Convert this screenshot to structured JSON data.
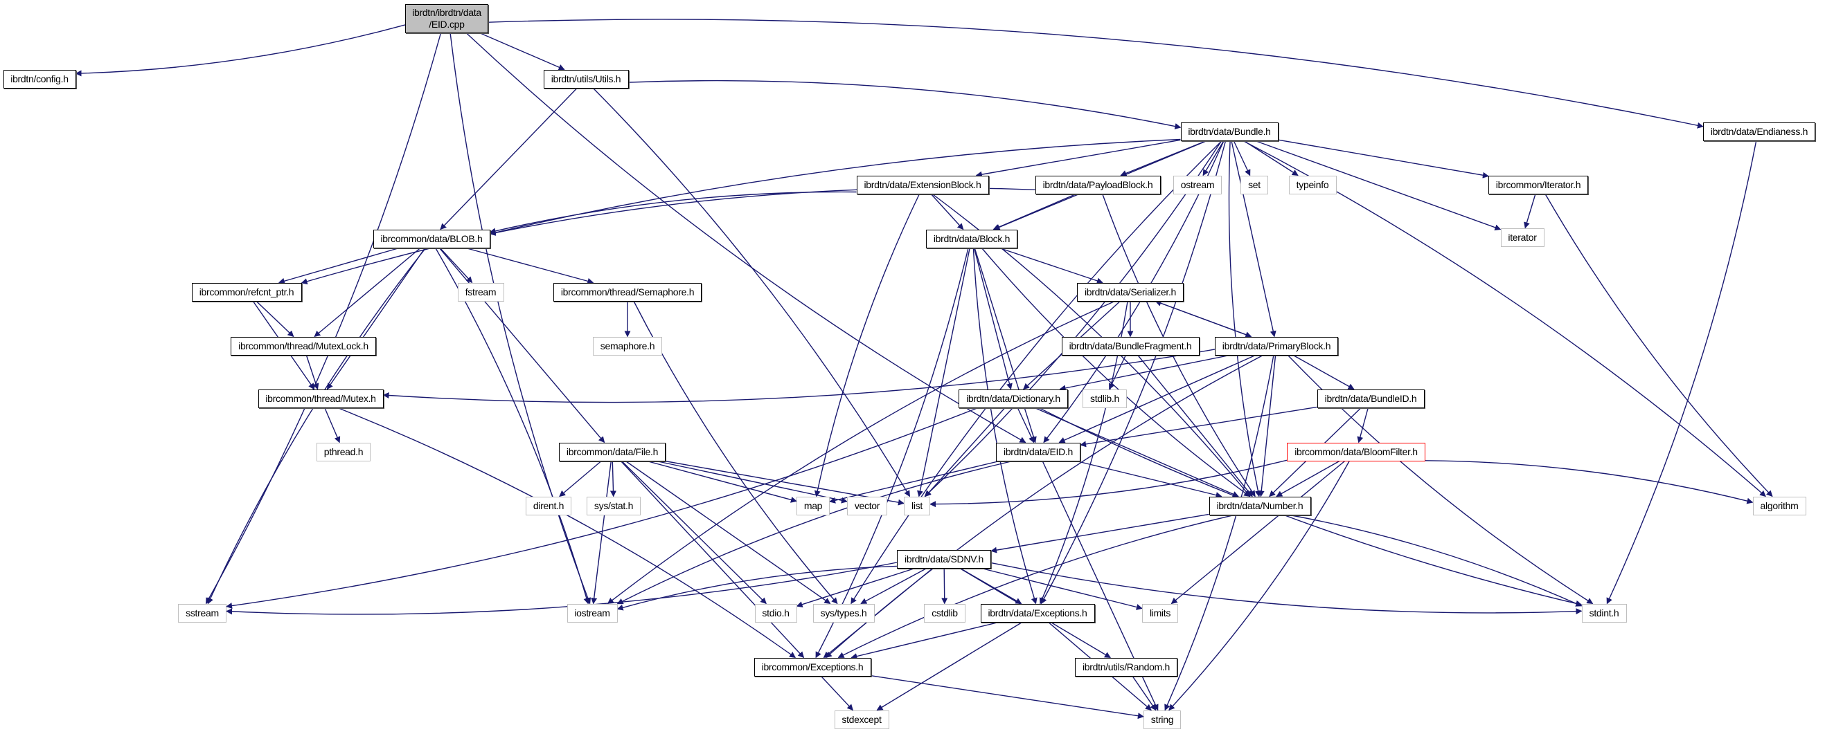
{
  "title": "ibrdtn/ibrdtn/data/EID.cpp include dependency graph",
  "colors": {
    "edge": "#191970",
    "root_fill": "#bfbfbf",
    "doc_border": "#000000",
    "sys_border": "#bfbfbf",
    "highlight_border": "#ff0000"
  },
  "nodes": [
    {
      "id": "eidcpp",
      "label": "ibrdtn/ibrdtn/data\n/EID.cpp",
      "kind": "root"
    },
    {
      "id": "config",
      "label": "ibrdtn/config.h",
      "kind": "doc"
    },
    {
      "id": "utils",
      "label": "ibrdtn/utils/Utils.h",
      "kind": "doc"
    },
    {
      "id": "endianess",
      "label": "ibrdtn/data/Endianess.h",
      "kind": "doc"
    },
    {
      "id": "bundle",
      "label": "ibrdtn/data/Bundle.h",
      "kind": "doc"
    },
    {
      "id": "extblock",
      "label": "ibrdtn/data/ExtensionBlock.h",
      "kind": "doc"
    },
    {
      "id": "payload",
      "label": "ibrdtn/data/PayloadBlock.h",
      "kind": "doc"
    },
    {
      "id": "ostream",
      "label": "ostream",
      "kind": "sys"
    },
    {
      "id": "set",
      "label": "set",
      "kind": "sys"
    },
    {
      "id": "typeinfo",
      "label": "typeinfo",
      "kind": "sys"
    },
    {
      "id": "iteratorh",
      "label": "ibrcommon/Iterator.h",
      "kind": "doc"
    },
    {
      "id": "iterator",
      "label": "iterator",
      "kind": "sys"
    },
    {
      "id": "blob",
      "label": "ibrcommon/data/BLOB.h",
      "kind": "doc"
    },
    {
      "id": "block",
      "label": "ibrdtn/data/Block.h",
      "kind": "doc"
    },
    {
      "id": "refcnt",
      "label": "ibrcommon/refcnt_ptr.h",
      "kind": "doc"
    },
    {
      "id": "fstream",
      "label": "fstream",
      "kind": "sys"
    },
    {
      "id": "semaphoreh",
      "label": "ibrcommon/thread/Semaphore.h",
      "kind": "doc"
    },
    {
      "id": "serializer",
      "label": "ibrdtn/data/Serializer.h",
      "kind": "doc"
    },
    {
      "id": "semaphore",
      "label": "semaphore.h",
      "kind": "sys"
    },
    {
      "id": "mutexlock",
      "label": "ibrcommon/thread/MutexLock.h",
      "kind": "doc"
    },
    {
      "id": "bfragment",
      "label": "ibrdtn/data/BundleFragment.h",
      "kind": "doc"
    },
    {
      "id": "primary",
      "label": "ibrdtn/data/PrimaryBlock.h",
      "kind": "doc"
    },
    {
      "id": "mutex",
      "label": "ibrcommon/thread/Mutex.h",
      "kind": "doc"
    },
    {
      "id": "stdlib",
      "label": "stdlib.h",
      "kind": "sys"
    },
    {
      "id": "dictionary",
      "label": "ibrdtn/data/Dictionary.h",
      "kind": "doc"
    },
    {
      "id": "bundleid",
      "label": "ibrdtn/data/BundleID.h",
      "kind": "doc"
    },
    {
      "id": "pthread",
      "label": "pthread.h",
      "kind": "sys"
    },
    {
      "id": "file",
      "label": "ibrcommon/data/File.h",
      "kind": "doc"
    },
    {
      "id": "eidh",
      "label": "ibrdtn/data/EID.h",
      "kind": "doc"
    },
    {
      "id": "bloom",
      "label": "ibrcommon/data/BloomFilter.h",
      "kind": "red"
    },
    {
      "id": "dirent",
      "label": "dirent.h",
      "kind": "sys"
    },
    {
      "id": "sysstat",
      "label": "sys/stat.h",
      "kind": "sys"
    },
    {
      "id": "map",
      "label": "map",
      "kind": "sys"
    },
    {
      "id": "vector",
      "label": "vector",
      "kind": "sys"
    },
    {
      "id": "list",
      "label": "list",
      "kind": "sys"
    },
    {
      "id": "number",
      "label": "ibrdtn/data/Number.h",
      "kind": "doc"
    },
    {
      "id": "algorithm",
      "label": "algorithm",
      "kind": "sys"
    },
    {
      "id": "sdnv",
      "label": "ibrdtn/data/SDNV.h",
      "kind": "doc"
    },
    {
      "id": "sstream",
      "label": "sstream",
      "kind": "sys"
    },
    {
      "id": "iostream",
      "label": "iostream",
      "kind": "sys"
    },
    {
      "id": "stdio",
      "label": "stdio.h",
      "kind": "sys"
    },
    {
      "id": "systypes",
      "label": "sys/types.h",
      "kind": "sys"
    },
    {
      "id": "cstdlib",
      "label": "cstdlib",
      "kind": "sys"
    },
    {
      "id": "dexceptions",
      "label": "ibrdtn/data/Exceptions.h",
      "kind": "doc"
    },
    {
      "id": "limits",
      "label": "limits",
      "kind": "sys"
    },
    {
      "id": "stdint",
      "label": "stdint.h",
      "kind": "sys"
    },
    {
      "id": "cexceptions",
      "label": "ibrcommon/Exceptions.h",
      "kind": "doc"
    },
    {
      "id": "random",
      "label": "ibrdtn/utils/Random.h",
      "kind": "doc"
    },
    {
      "id": "stdexcept",
      "label": "stdexcept",
      "kind": "sys"
    },
    {
      "id": "string",
      "label": "string",
      "kind": "sys"
    }
  ],
  "edges": [
    [
      "eidcpp",
      "config"
    ],
    [
      "eidcpp",
      "utils"
    ],
    [
      "eidcpp",
      "endianess"
    ],
    [
      "eidcpp",
      "eidh"
    ],
    [
      "eidcpp",
      "sstream"
    ],
    [
      "eidcpp",
      "iostream"
    ],
    [
      "utils",
      "bundle"
    ],
    [
      "utils",
      "blob"
    ],
    [
      "utils",
      "list"
    ],
    [
      "bundle",
      "extblock"
    ],
    [
      "bundle",
      "payload"
    ],
    [
      "bundle",
      "ostream"
    ],
    [
      "bundle",
      "set"
    ],
    [
      "bundle",
      "typeinfo"
    ],
    [
      "bundle",
      "iteratorh"
    ],
    [
      "bundle",
      "iterator"
    ],
    [
      "bundle",
      "algorithm"
    ],
    [
      "bundle",
      "block"
    ],
    [
      "bundle",
      "primary"
    ],
    [
      "bundle",
      "refcnt"
    ],
    [
      "bundle",
      "list"
    ],
    [
      "bundle",
      "systypes"
    ],
    [
      "bundle",
      "eidh"
    ],
    [
      "bundle",
      "number"
    ],
    [
      "bundle",
      "dexceptions"
    ],
    [
      "extblock",
      "blob"
    ],
    [
      "extblock",
      "block"
    ],
    [
      "extblock",
      "map"
    ],
    [
      "extblock",
      "number"
    ],
    [
      "payload",
      "blob"
    ],
    [
      "payload",
      "block"
    ],
    [
      "payload",
      "number"
    ],
    [
      "iteratorh",
      "iterator"
    ],
    [
      "iteratorh",
      "algorithm"
    ],
    [
      "endianess",
      "stdint"
    ],
    [
      "blob",
      "refcnt"
    ],
    [
      "blob",
      "mutexlock"
    ],
    [
      "blob",
      "mutex"
    ],
    [
      "blob",
      "fstream"
    ],
    [
      "blob",
      "semaphoreh"
    ],
    [
      "blob",
      "file"
    ],
    [
      "blob",
      "sstream"
    ],
    [
      "blob",
      "iostream"
    ],
    [
      "block",
      "serializer"
    ],
    [
      "block",
      "dictionary"
    ],
    [
      "block",
      "eidh"
    ],
    [
      "block",
      "list"
    ],
    [
      "block",
      "number"
    ],
    [
      "block",
      "cexceptions"
    ],
    [
      "block",
      "dexceptions"
    ],
    [
      "refcnt",
      "mutexlock"
    ],
    [
      "refcnt",
      "mutex"
    ],
    [
      "semaphoreh",
      "semaphore"
    ],
    [
      "semaphoreh",
      "systypes"
    ],
    [
      "serializer",
      "bfragment"
    ],
    [
      "serializer",
      "primary"
    ],
    [
      "serializer",
      "dictionary"
    ],
    [
      "serializer",
      "iostream"
    ],
    [
      "serializer",
      "dexceptions"
    ],
    [
      "primary",
      "serializer"
    ],
    [
      "primary",
      "mutex"
    ],
    [
      "primary",
      "dictionary"
    ],
    [
      "primary",
      "bundleid"
    ],
    [
      "primary",
      "eidh"
    ],
    [
      "primary",
      "number"
    ],
    [
      "primary",
      "stdint"
    ],
    [
      "primary",
      "string"
    ],
    [
      "primary",
      "cexceptions"
    ],
    [
      "mutexlock",
      "mutex"
    ],
    [
      "bfragment",
      "stdlib"
    ],
    [
      "bfragment",
      "number"
    ],
    [
      "mutex",
      "pthread"
    ],
    [
      "mutex",
      "cexceptions"
    ],
    [
      "dictionary",
      "eidh"
    ],
    [
      "dictionary",
      "number"
    ],
    [
      "dictionary",
      "list"
    ],
    [
      "dictionary",
      "sstream"
    ],
    [
      "dictionary",
      "stdint"
    ],
    [
      "bundleid",
      "eidh"
    ],
    [
      "bundleid",
      "number"
    ],
    [
      "bundleid",
      "bloom"
    ],
    [
      "file",
      "dirent"
    ],
    [
      "file",
      "sysstat"
    ],
    [
      "file",
      "map"
    ],
    [
      "file",
      "vector"
    ],
    [
      "file",
      "list"
    ],
    [
      "file",
      "iostream"
    ],
    [
      "file",
      "stdio"
    ],
    [
      "file",
      "systypes"
    ],
    [
      "file",
      "cexceptions"
    ],
    [
      "eidh",
      "number"
    ],
    [
      "eidh",
      "map"
    ],
    [
      "eidh",
      "string"
    ],
    [
      "eidh",
      "iostream"
    ],
    [
      "bloom",
      "list"
    ],
    [
      "bloom",
      "number"
    ],
    [
      "bloom",
      "algorithm"
    ],
    [
      "bloom",
      "limits"
    ],
    [
      "bloom",
      "string"
    ],
    [
      "number",
      "sdnv"
    ],
    [
      "number",
      "stdint"
    ],
    [
      "number",
      "cexceptions"
    ],
    [
      "sdnv",
      "sstream"
    ],
    [
      "sdnv",
      "iostream"
    ],
    [
      "sdnv",
      "stdio"
    ],
    [
      "sdnv",
      "systypes"
    ],
    [
      "sdnv",
      "cstdlib"
    ],
    [
      "sdnv",
      "dexceptions"
    ],
    [
      "sdnv",
      "limits"
    ],
    [
      "sdnv",
      "stdint"
    ],
    [
      "sdnv",
      "random"
    ],
    [
      "sdnv",
      "cexceptions"
    ],
    [
      "dexceptions",
      "cexceptions"
    ],
    [
      "dexceptions",
      "stdexcept"
    ],
    [
      "dexceptions",
      "string"
    ],
    [
      "cexceptions",
      "stdexcept"
    ],
    [
      "cexceptions",
      "string"
    ],
    [
      "random",
      "string"
    ]
  ]
}
